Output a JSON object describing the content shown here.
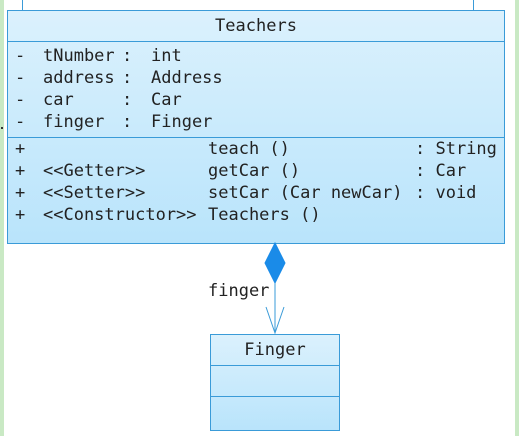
{
  "teachers": {
    "name": "Teachers",
    "attributes": [
      {
        "vis": "-",
        "name": "tNumber",
        "type": "int"
      },
      {
        "vis": "-",
        "name": "address",
        "type": "Address"
      },
      {
        "vis": "-",
        "name": "car",
        "type": "Car"
      },
      {
        "vis": "-",
        "name": "finger",
        "type": "Finger"
      }
    ],
    "attr_colon": ":",
    "operations": [
      {
        "vis": "+",
        "stereotype": "",
        "name": "teach ()",
        "ret": ": String"
      },
      {
        "vis": "+",
        "stereotype": "<<Getter>>",
        "name": "getCar ()",
        "ret": ": Car"
      },
      {
        "vis": "+",
        "stereotype": "<<Setter>>",
        "name": "setCar (Car newCar)",
        "ret": ": void"
      },
      {
        "vis": "+",
        "stereotype": "<<Constructor>>",
        "name": "Teachers ()",
        "ret": ""
      }
    ]
  },
  "association": {
    "role_label": "finger",
    "kind": "composition"
  },
  "finger_class": {
    "name": "Finger"
  },
  "colors": {
    "border": "#3a9bd8",
    "fill_top": "#dbf1fd",
    "fill_bottom": "#b9e4fb",
    "diamond": "#1a8be8",
    "side_strip": "#c9e9c4"
  }
}
